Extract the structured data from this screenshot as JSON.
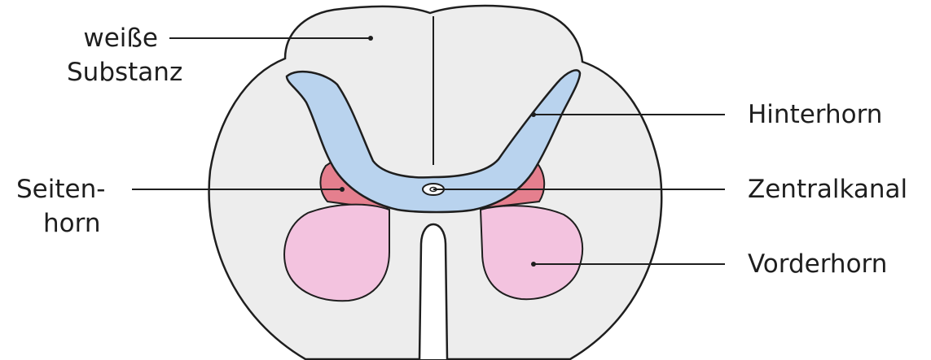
{
  "labels": {
    "weisse_substanz": [
      "weiße",
      "Substanz"
    ],
    "seitenhorn": [
      "Seiten-",
      "horn"
    ],
    "hinterhorn": "Hinterhorn",
    "zentralkanal": "Zentralkanal",
    "vorderhorn": "Vorderhorn"
  },
  "colors": {
    "white_matter": "#ededed",
    "posterior_horn": "#b9d3ee",
    "lateral_horn": "#e57f8e",
    "anterior_horn": "#f3c3df",
    "outline": "#1e1e1e"
  }
}
